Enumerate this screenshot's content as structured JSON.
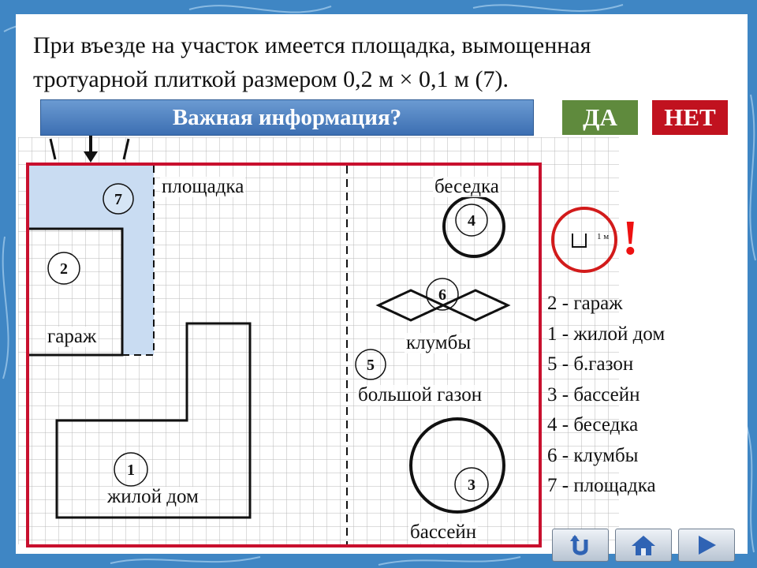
{
  "question": {
    "line1": "При въезде на участок имеется площадка, вымощенная",
    "line2": "тротуарной плиткой размером 0,2 м × 0,1 м (7)."
  },
  "banner": "Важная информация?",
  "buttons": {
    "yes": "ДА",
    "no": "НЕТ"
  },
  "plan": {
    "labels": {
      "platform": "площадка",
      "gazebo": "беседка",
      "garage": "гараж",
      "flowerbeds": "клумбы",
      "big_lawn": "большой газон",
      "house": "жилой дом",
      "pool": "бассейн"
    },
    "markers": [
      "1",
      "2",
      "3",
      "4",
      "5",
      "6",
      "7"
    ]
  },
  "scale": {
    "label": "1 м",
    "mark": "!"
  },
  "legend": [
    "2 - гараж",
    "1 - жилой дом",
    "5 - б.газон",
    "3 - бассейн",
    "4 - беседка",
    "6 - клумбы",
    "7 - площадка"
  ],
  "nav": {
    "back": "return-icon",
    "home": "home-icon",
    "next": "play-icon"
  },
  "colors": {
    "frame": "#3f86c4",
    "yes": "#5f8a3d",
    "no": "#c1121f",
    "plot": "#c8102e",
    "platform": "#c9dcf2"
  }
}
